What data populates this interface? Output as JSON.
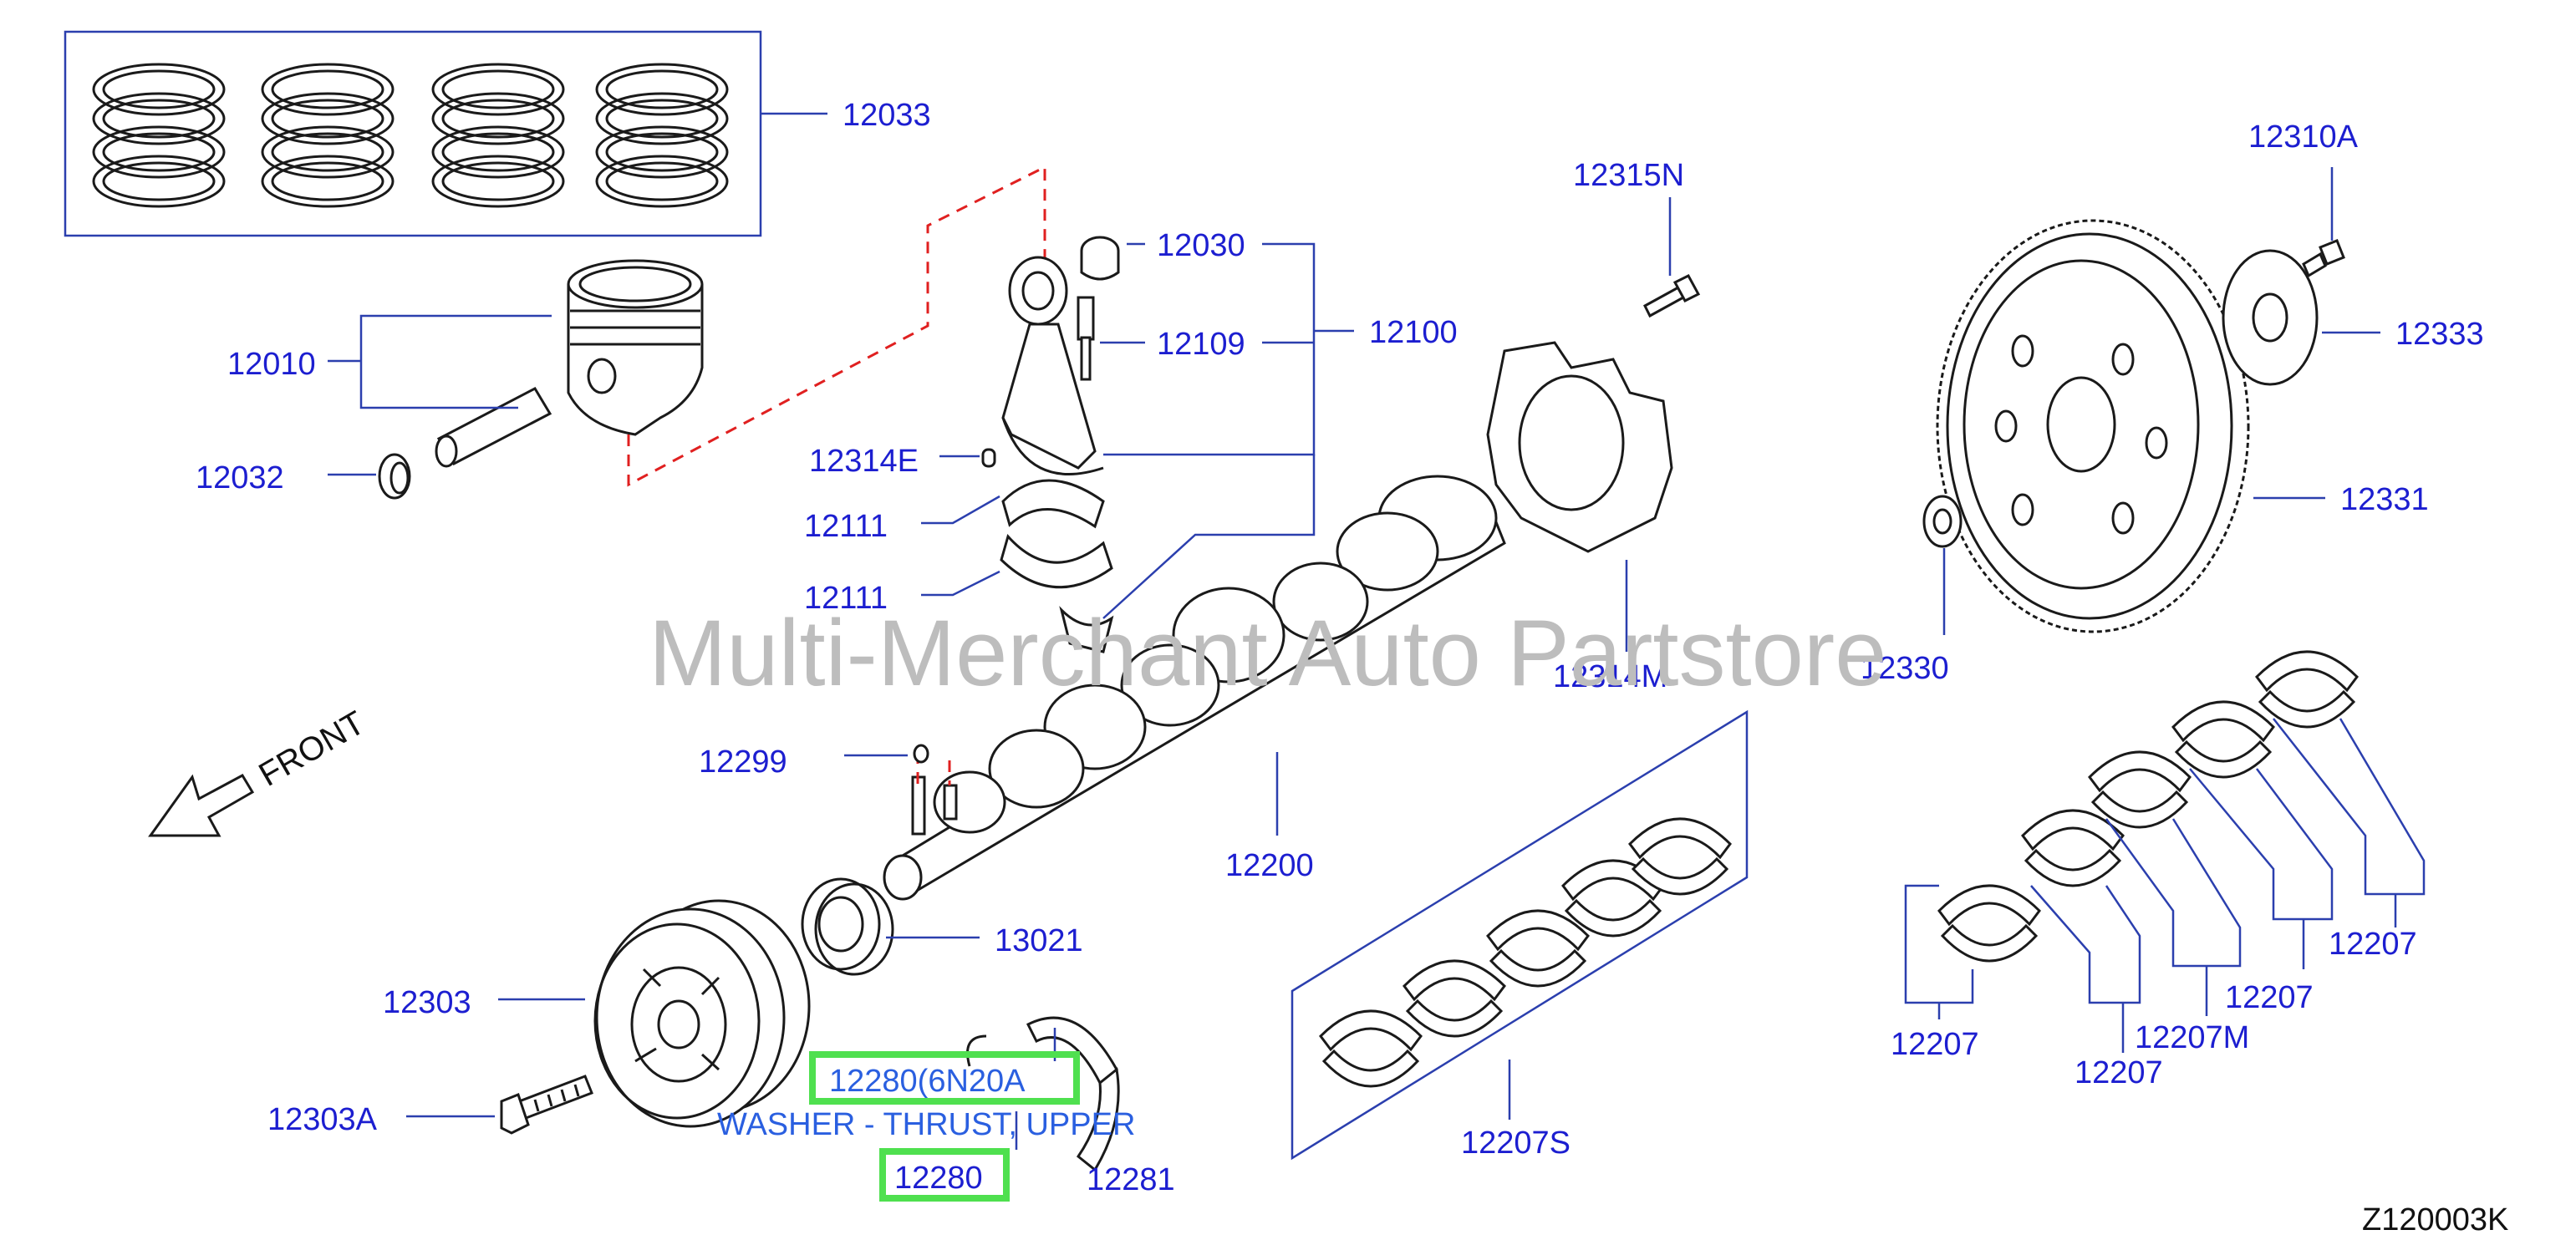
{
  "diagram": {
    "labels": {
      "piston_ring_set": "12033",
      "piston_assy": "12010",
      "snap_ring": "12032",
      "bushing": "12030",
      "rod_bolt": "12109",
      "rod_assy": "12100",
      "rod_dowel": "12314E",
      "rod_bearing_upper": "12111",
      "rod_bearing_lower": "12111",
      "key": "12299",
      "crankshaft": "12200",
      "sprocket": "13021",
      "pulley": "12303",
      "pulley_bolt": "12303A",
      "thrust_washer_part": "12280(6N20A",
      "thrust_washer_desc": "WASHER - THRUST, UPPER",
      "thrust_washer": "12280",
      "thrust_washer_lower": "12281",
      "main_bearing_set": "12207S",
      "reluctor_bolt": "12315N",
      "reluctor_plate": "12314M",
      "flywheel_bolt": "12310A",
      "flywheel_plate": "12333",
      "flywheel": "12331",
      "pilot_bushing": "12330",
      "bearing_a": "12207",
      "bearing_b": "12207",
      "bearing_c": "12207M",
      "bearing_d": "12207",
      "bearing_e": "12207",
      "front_label": "FRONT",
      "diagram_code": "Z120003K"
    },
    "watermark": "Multi-Merchant Auto Partstore",
    "colors": {
      "label": "#1c1ed0",
      "highlight": "#4fe04f",
      "hover_text": "#2a5fe0",
      "dashed_line": "#e02020",
      "watermark": "#bdbdbd"
    }
  }
}
